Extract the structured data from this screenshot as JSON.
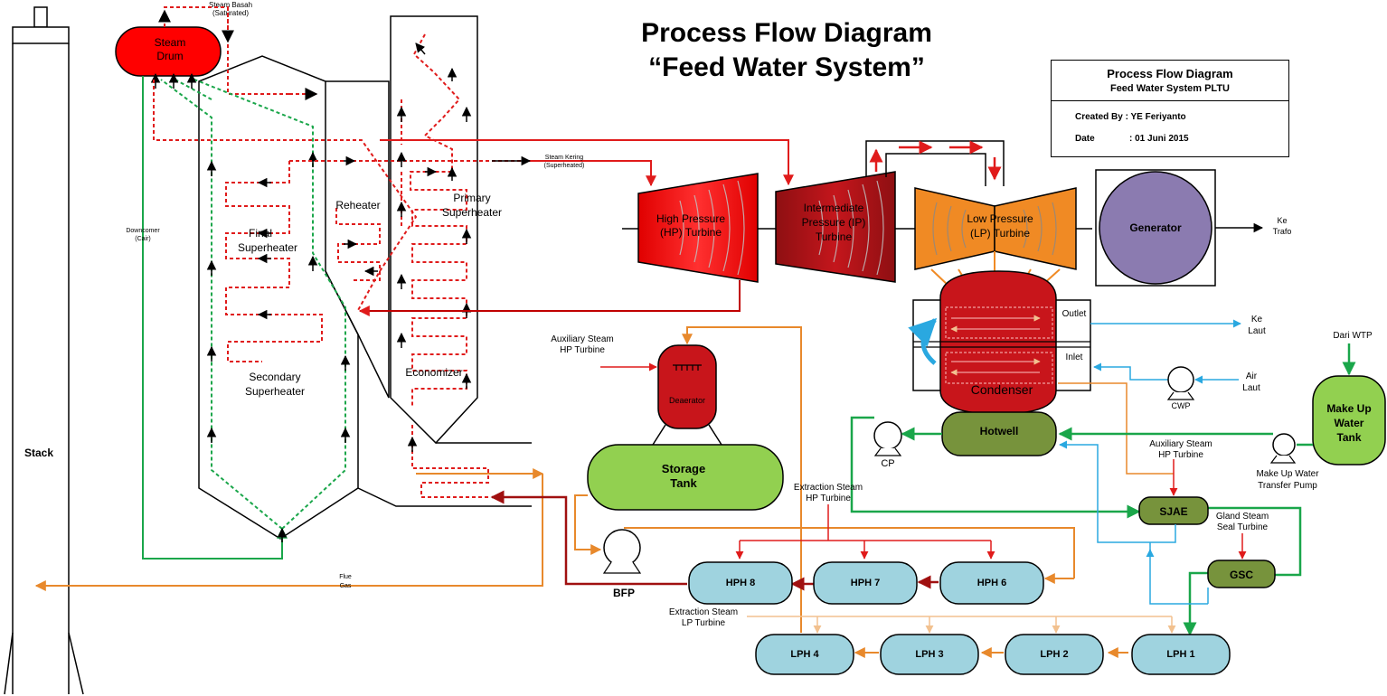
{
  "title": {
    "line1": "Process Flow Diagram",
    "line2": "“Feed Water System”"
  },
  "info_box": {
    "title": "Process Flow Diagram",
    "subtitle": "Feed Water System PLTU",
    "created_by": "Created By : YE Feriyanto",
    "date_label": "Date",
    "date_value": ": 01 Juni 2015"
  },
  "colors": {
    "steam_red": "#e01b1b",
    "hp_turbine": "#ff1a1a",
    "ip_turbine": "#b31217",
    "lp_turbine": "#f08a24",
    "generator": "#8b7bb0",
    "condenser": "#c8151b",
    "hotwell": "#77933c",
    "storage_tank": "#92d050",
    "heater": "#9fd3df",
    "green_line": "#1aa64a",
    "blue_line": "#2aa8e0",
    "orange_line": "#e8892c",
    "dark_red_line": "#a01010",
    "tan_line": "#f2c18f"
  },
  "labels": {
    "stack": "Stack",
    "steam_drum_1": "Steam",
    "steam_drum_2": "Drum",
    "steam_basah_1": "Steam Basah",
    "steam_basah_2": "(Saturated)",
    "downcomer_1": "Downcomer",
    "downcomer_2": "(Cair)",
    "final_sh_1": "Final",
    "final_sh_2": "Superheater",
    "secondary_sh_1": "Secondary",
    "secondary_sh_2": "Superheater",
    "reheater": "Reheater",
    "primary_sh_1": "Primary",
    "primary_sh_2": "Superheater",
    "economizer": "Economizer",
    "steam_kering_1": "Steam Kering",
    "steam_kering_2": "(Superheated)",
    "hp_turbine_1": "High Pressure",
    "hp_turbine_2": "(HP) Turbine",
    "ip_turbine_1": "Intermediate",
    "ip_turbine_2": "Pressure (IP)",
    "ip_turbine_3": "Turbine",
    "lp_turbine_1": "Low Pressure",
    "lp_turbine_2": "(LP) Turbine",
    "generator": "Generator",
    "ke_trafo_1": "Ke",
    "ke_trafo_2": "Trafo",
    "outlet": "Outlet",
    "inlet": "Inlet",
    "ke_laut_1": "Ke",
    "ke_laut_2": "Laut",
    "air_laut_1": "Air",
    "air_laut_2": "Laut",
    "cwp": "CWP",
    "condenser": "Condenser",
    "dari_wtp": "Dari WTP",
    "makeup_tank_1": "Make Up",
    "makeup_tank_2": "Water",
    "makeup_tank_3": "Tank",
    "makeup_pump_1": "Make Up Water",
    "makeup_pump_2": "Transfer Pump",
    "aux_steam_deaerator_1": "Auxiliary Steam",
    "aux_steam_deaerator_2": "HP Turbine",
    "deaerator": "Deaerator",
    "storage_tank_1": "Storage",
    "storage_tank_2": "Tank",
    "hotwell": "Hotwell",
    "cp": "CP",
    "aux_steam_sjae_1": "Auxiliary Steam",
    "aux_steam_sjae_2": "HP Turbine",
    "sjae": "SJAE",
    "gland_1": "Gland Steam",
    "gland_2": "Seal Turbine",
    "gsc": "GSC",
    "extraction_hp_1": "Extraction Steam",
    "extraction_hp_2": "HP Turbine",
    "extraction_lp_1": "Extraction Steam",
    "extraction_lp_2": "LP Turbine",
    "bfp": "BFP",
    "hph8": "HPH 8",
    "hph7": "HPH 7",
    "hph6": "HPH 6",
    "lph4": "LPH 4",
    "lph3": "LPH 3",
    "lph2": "LPH 2",
    "lph1": "LPH 1",
    "flue_gas_1": "Flue",
    "flue_gas_2": "Gas"
  }
}
